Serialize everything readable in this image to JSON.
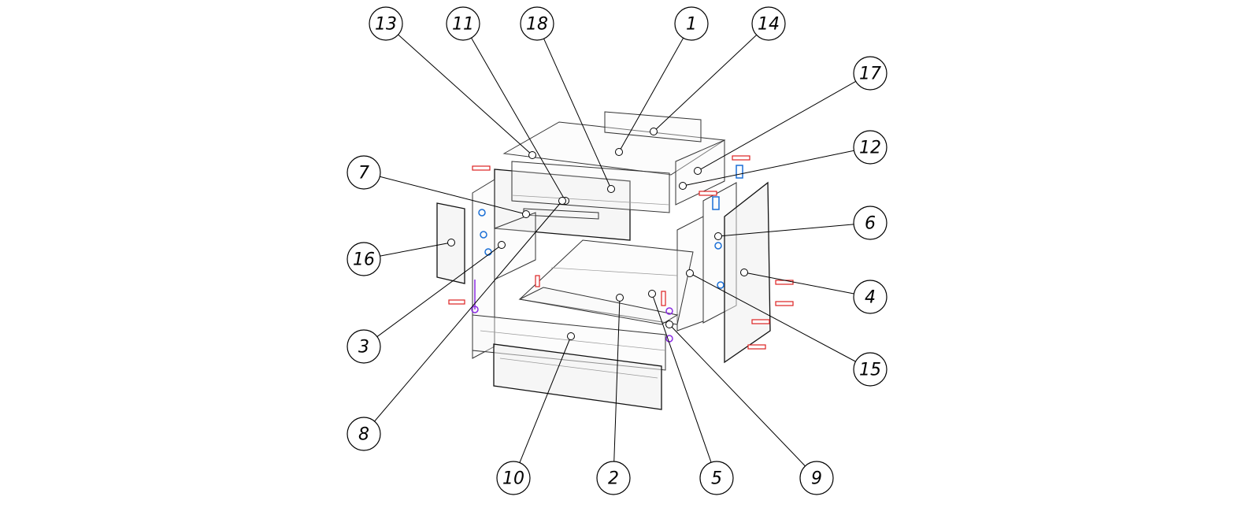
{
  "diagram": {
    "type": "exploded-assembly",
    "callouts": [
      "13",
      "11",
      "18",
      "1",
      "14",
      "17",
      "12",
      "7",
      "6",
      "16",
      "4",
      "3",
      "15",
      "8",
      "10",
      "2",
      "5",
      "9"
    ]
  }
}
